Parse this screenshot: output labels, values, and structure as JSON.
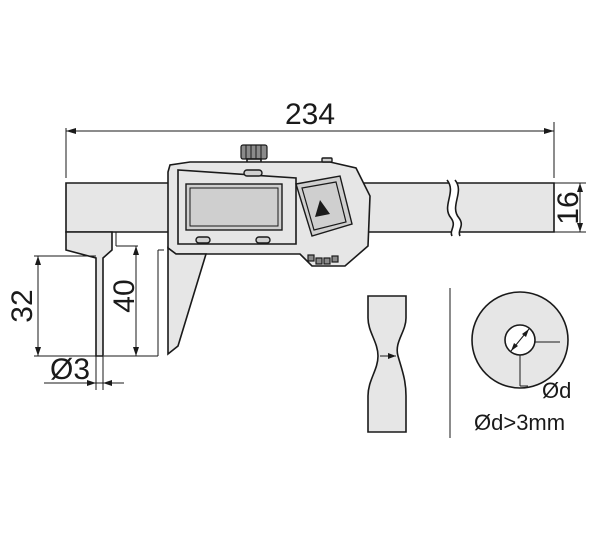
{
  "dimensions": {
    "overall_length": "234",
    "beam_height": "16",
    "jaw_depth_outer": "32",
    "jaw_depth_inner": "40",
    "tip_diameter": "Ø3"
  },
  "detail": {
    "hole_label": "Ød",
    "hole_condition": "Ød>3mm"
  },
  "colors": {
    "line": "#1a1a1a",
    "body_fill": "#e6e6e6",
    "display_fill": "#cfcfcf",
    "accent_fill": "#8a8a8a"
  },
  "icons": [
    "play-triangle-icon"
  ]
}
